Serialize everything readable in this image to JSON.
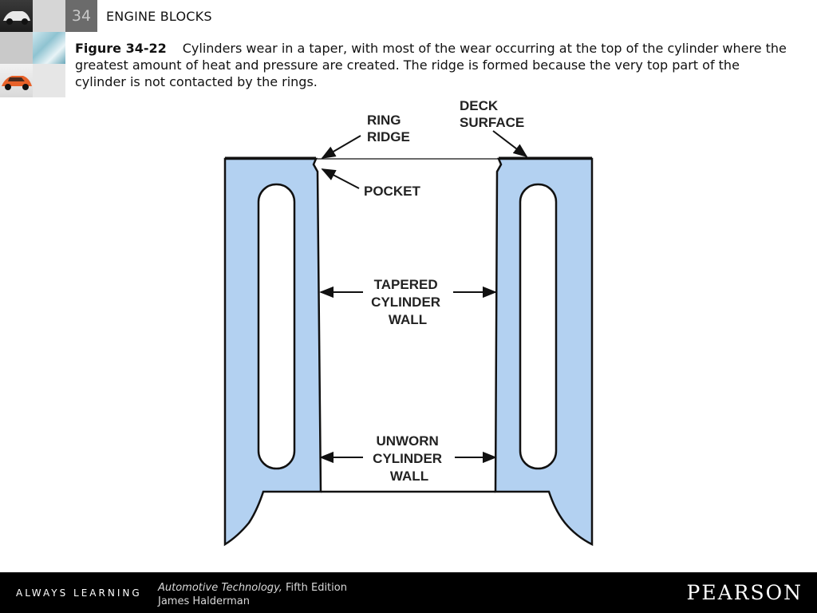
{
  "header": {
    "chapter_number": "34",
    "chapter_title": "ENGINE BLOCKS"
  },
  "caption": {
    "figure_label": "Figure 34-22",
    "text": "Cylinders wear in a taper, with most of the wear occurring at the top of the cylinder where the greatest amount of heat and pressure are created. The ridge is formed because the very top part of the cylinder is not contacted by the rings."
  },
  "diagram": {
    "labels": {
      "ring_ridge": [
        "RING",
        "RIDGE"
      ],
      "deck_surface": [
        "DECK",
        "SURFACE"
      ],
      "pocket": "POCKET",
      "tapered_wall": [
        "TAPERED",
        "CYLINDER",
        "WALL"
      ],
      "unworn_wall": [
        "UNWORN",
        "CYLINDER",
        "WALL"
      ]
    },
    "colors": {
      "block_fill": "#b3d1f1",
      "outline": "#111111"
    }
  },
  "footer": {
    "tagline": "ALWAYS LEARNING",
    "book_title": "Automotive Technology,",
    "edition": " Fifth Edition",
    "author": "James Halderman",
    "publisher": "PEARSON"
  }
}
